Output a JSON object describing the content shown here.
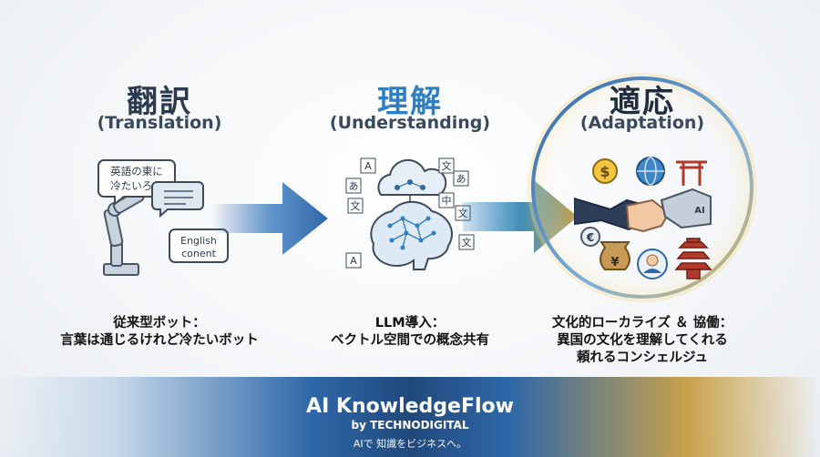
{
  "stages": [
    {
      "title_jp": "翻訳",
      "title_en": "(Translation)",
      "title_color": "#2b3a4f",
      "bubble_top": [
        "英語の東に",
        "冷たいろう"
      ],
      "bubble_bottom": [
        "English",
        "conent"
      ],
      "caption": [
        "従来型ボット：",
        "言葉は通じるけれど冷たいボット"
      ]
    },
    {
      "title_jp": "理解",
      "title_en": "(Understanding)",
      "title_color": "#2e7fc0",
      "glyphs": [
        "A",
        "あ",
        "文",
        "あ",
        "中",
        "文",
        "文",
        "A",
        "文"
      ],
      "caption": [
        "LLM導入：",
        "ベクトル空間での概念共有"
      ]
    },
    {
      "title_jp": "適応",
      "title_en": "(Adaptation)",
      "title_color": "#1f2d3d",
      "robot_label": "AI",
      "caption": [
        "文化的ローカライズ ＆ 協働：",
        "異国の文化を理解してくれる",
        "頼れるコンシェルジュ"
      ]
    }
  ],
  "icons": [
    "robot-arm-icon",
    "chat-bubble-icon",
    "cloud-icon",
    "brain-network-icon",
    "handshake-icon",
    "dollar-coin-icon",
    "globe-icon",
    "torii-icon",
    "euro-coin-icon",
    "yen-bag-icon",
    "person-icon",
    "pagoda-icon"
  ],
  "footer": {
    "brand": "AI KnowledgeFlow",
    "by": "by TECHNODIGITAL",
    "tagline": "AIで 知識をビジネスへ。"
  },
  "colors": {
    "blue": "#2e67a8",
    "gold": "#c9a24c",
    "dark": "#21497c"
  }
}
